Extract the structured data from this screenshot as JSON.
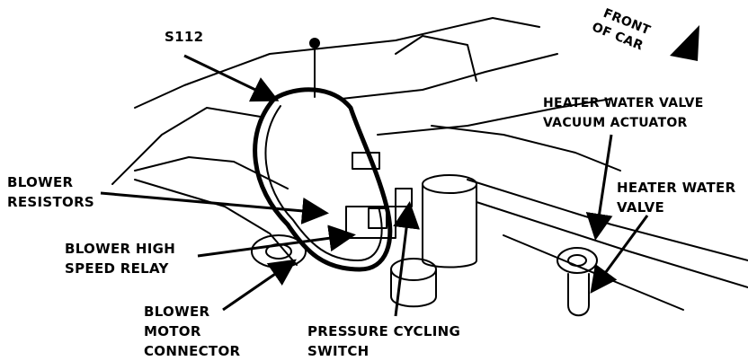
{
  "diagram": {
    "labels": {
      "s112": "S112",
      "front_of_car": [
        "FRONT",
        "OF CAR"
      ],
      "heater_water_valve_vacuum_actuator": [
        "HEATER WATER VALVE",
        "VACUUM ACTUATOR"
      ],
      "heater_water_valve": [
        "HEATER WATER",
        "VALVE"
      ],
      "blower_resistors": [
        "BLOWER",
        "RESISTORS"
      ],
      "blower_high_speed_relay": [
        "BLOWER HIGH",
        "SPEED RELAY"
      ],
      "blower_motor_connector": [
        "BLOWER",
        "MOTOR",
        "CONNECTOR"
      ],
      "pressure_cycling_switch": [
        "PRESSURE CYCLING",
        "SWITCH"
      ]
    }
  }
}
